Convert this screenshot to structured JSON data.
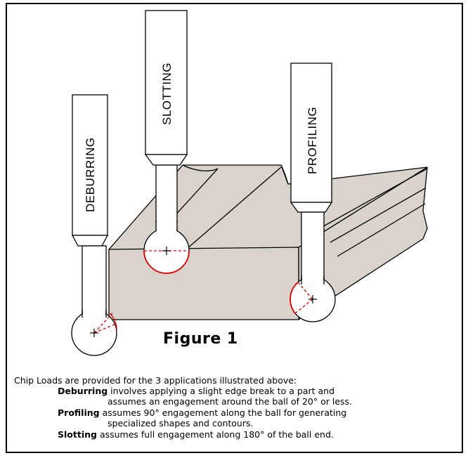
{
  "figure": {
    "title": "Figure 1",
    "tool_labels": {
      "deburring": "DEBURRING",
      "slotting": "SLOTTING",
      "profiling": "PROFILING"
    },
    "colors": {
      "block_fill": "#d9d3cc",
      "engagement_line": "#e00000",
      "outline": "#000000"
    }
  },
  "caption": {
    "intro": "Chip Loads are provided for the 3 applications illustrated above:",
    "deburring_term": "Deburring",
    "deburring_text_1": " involves applying a slight edge break to a part and",
    "deburring_text_2": "assumes an engagement around the ball of 20° or less.",
    "profiling_term": "Profiling",
    "profiling_text_1": " assumes 90° engagement along the ball for generating",
    "profiling_text_2": "specialized shapes and contours.",
    "slotting_term": "Slotting",
    "slotting_text_1": " assumes full engagement along 180° of the ball end."
  }
}
